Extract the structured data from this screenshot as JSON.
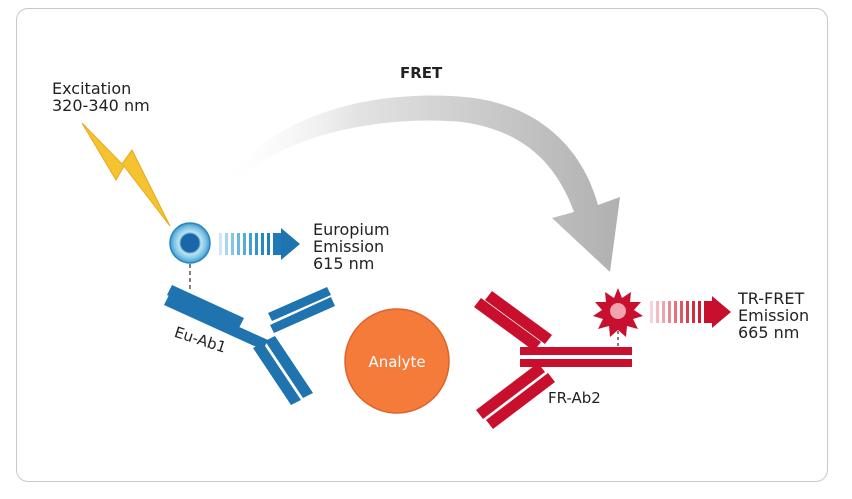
{
  "excitation": {
    "line1": "Excitation",
    "line2": "320-340 nm"
  },
  "fret": {
    "label": "FRET"
  },
  "europium": {
    "line1": "Europium",
    "line2": "Emission",
    "line3": "615 nm"
  },
  "trfret": {
    "line1": "TR-FRET",
    "line2": "Emission",
    "line3": "665 nm"
  },
  "antibodies": {
    "donor": "Eu-Ab1",
    "acceptor": "FR-Ab2"
  },
  "analyte": {
    "label": "Analyte"
  },
  "colors": {
    "donor_blue": "#1f74b0",
    "donor_light": "#4aa8d8",
    "acceptor_red": "#c8102e",
    "acceptor_light": "#f0a0a8",
    "analyte_orange": "#f47b3a",
    "lightning_yellow": "#f5c330",
    "arrow_gray": "#b9b9b9"
  }
}
